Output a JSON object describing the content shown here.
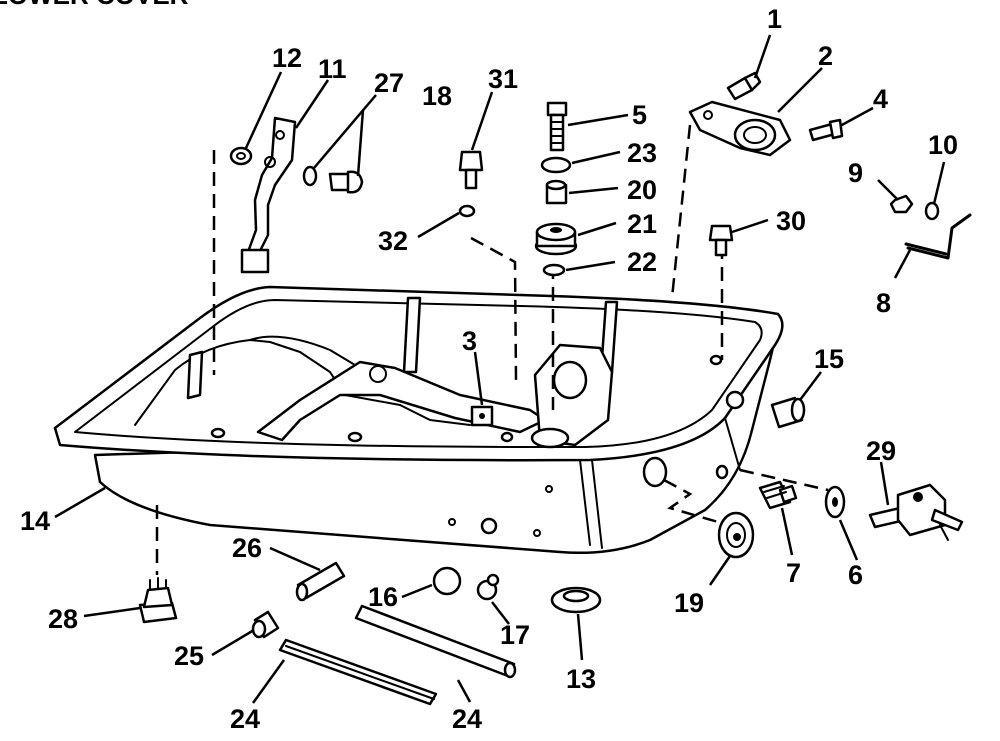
{
  "title": "LOWER COVER",
  "callouts": {
    "c1": "1",
    "c2": "2",
    "c3": "3",
    "c4": "4",
    "c5": "5",
    "c6": "6",
    "c7": "7",
    "c8": "8",
    "c9": "9",
    "c10": "10",
    "c11": "11",
    "c12": "12",
    "c13": "13",
    "c14": "14",
    "c15": "15",
    "c16": "16",
    "c17": "17",
    "c18": "18",
    "c19": "19",
    "c20": "20",
    "c21": "21",
    "c22": "22",
    "c23": "23",
    "c24a": "24",
    "c24b": "24",
    "c25": "25",
    "c26": "26",
    "c27": "27",
    "c28": "28",
    "c29": "29",
    "c30": "30",
    "c31": "31",
    "c32": "32"
  }
}
